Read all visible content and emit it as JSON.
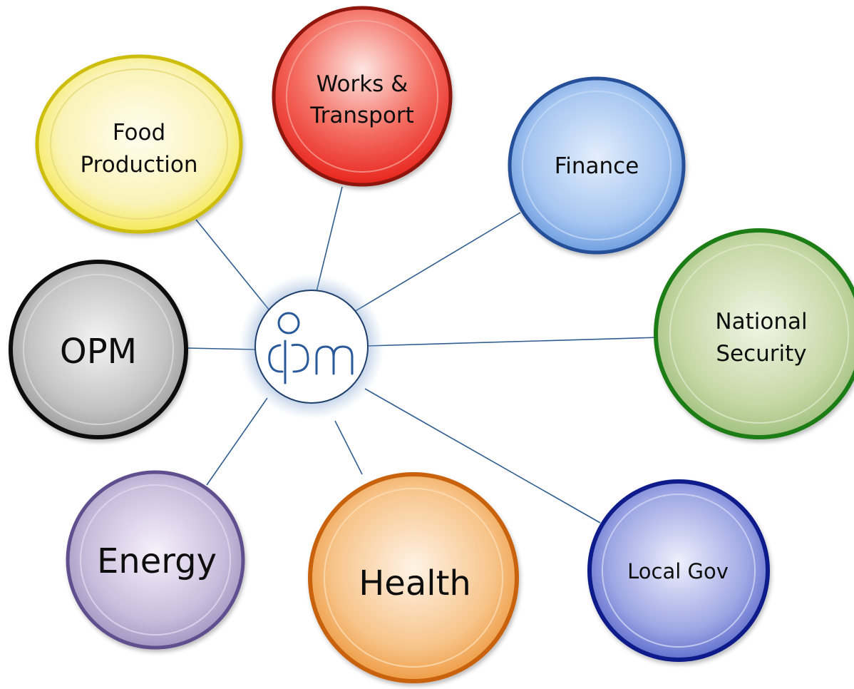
{
  "diagram": {
    "hub": {
      "logo_text": "opm"
    },
    "nodes": [
      {
        "id": "works-transport",
        "lines": [
          "Works &",
          "Transport"
        ],
        "color": "#e8261f"
      },
      {
        "id": "food-production",
        "lines": [
          "Food",
          "Production"
        ],
        "color": "#f2e31b"
      },
      {
        "id": "finance",
        "lines": [
          "Finance"
        ],
        "color": "#4f86d6"
      },
      {
        "id": "national-security",
        "lines": [
          "National",
          "Security"
        ],
        "color": "#2e8b1e"
      },
      {
        "id": "opm",
        "lines": [
          "OPM"
        ],
        "color": "#111111"
      },
      {
        "id": "energy",
        "lines": [
          "Energy"
        ],
        "color": "#7a6aa6"
      },
      {
        "id": "health",
        "lines": [
          "Health"
        ],
        "color": "#e9851c"
      },
      {
        "id": "local-gov",
        "lines": [
          "Local Gov"
        ],
        "color": "#23369e"
      }
    ]
  }
}
